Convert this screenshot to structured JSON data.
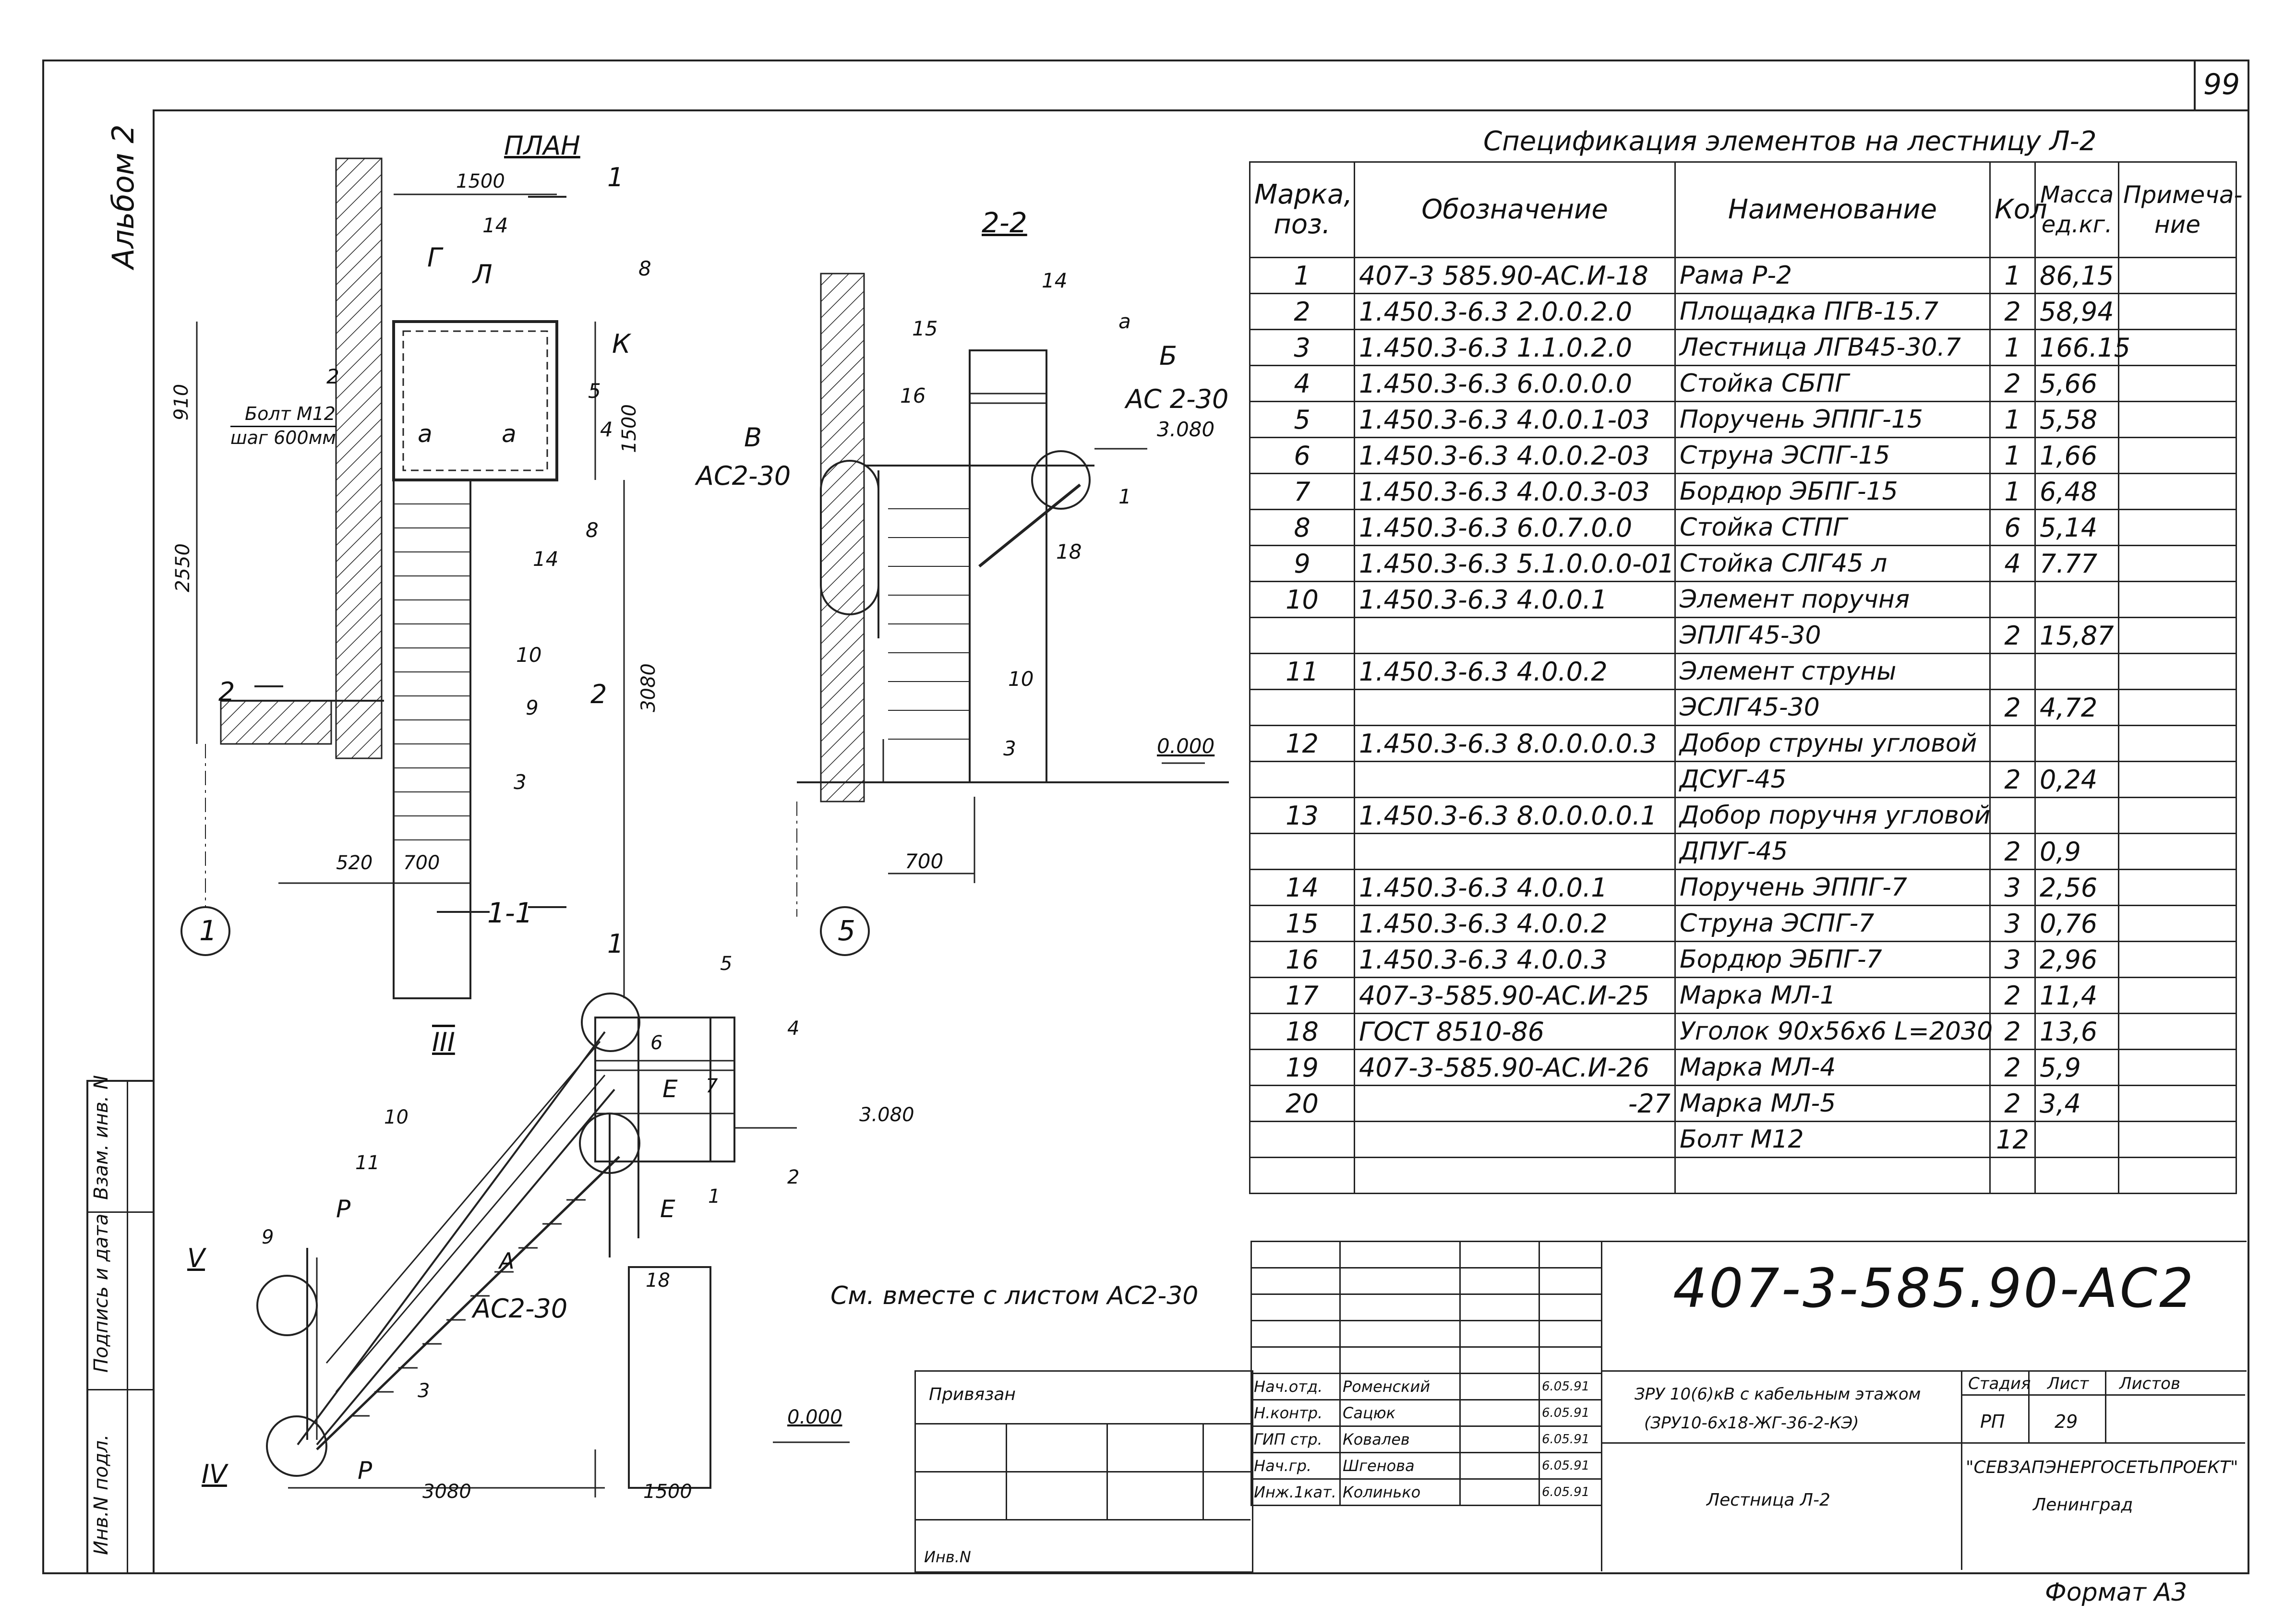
{
  "page_number": "99",
  "album": "Альбом 2",
  "plan": {
    "title": "ПЛАН",
    "section_1_1": "1-1",
    "dims": [
      "1500",
      "1500",
      "910",
      "2550",
      "3080",
      "520",
      "700"
    ],
    "bolt_label": "Болт М12",
    "bolt_step": "шаг 600мм",
    "axis": "1",
    "labels": [
      "Г",
      "Л",
      "К",
      "а",
      "а",
      "1",
      "1",
      "1",
      "2",
      "2",
      "8",
      "8",
      "14",
      "14",
      "2",
      "4",
      "5",
      "10",
      "9",
      "3"
    ]
  },
  "section_2_2": {
    "title": "2-2",
    "label_v": "В",
    "label_b": "Б",
    "ref_ac_v": "АС2-30",
    "ref_ac_b": "АС 2-30",
    "elev_top": "3.080",
    "elev_bottom": "0.000",
    "dim": "700",
    "axis": "5",
    "labels": [
      "14",
      "15",
      "16",
      "а",
      "1",
      "18",
      "10",
      "3"
    ]
  },
  "isometric": {
    "nodes": [
      "III",
      "V",
      "IV"
    ],
    "labels": [
      "5",
      "6",
      "4",
      "7",
      "Е",
      "Е",
      "2",
      "1",
      "10",
      "11",
      "9",
      "Р",
      "Р",
      "А",
      "3",
      "18"
    ],
    "ref_ac": "АС2-30",
    "elev_top": "3.080",
    "elev_bottom": "0.000",
    "dims": [
      "3080",
      "1500"
    ],
    "note": "См. вместе с листом АС2-30"
  },
  "spec": {
    "title": "Спецификация элементов на лестницу Л-2",
    "headers": [
      "Марка, поз.",
      "Обозначение",
      "Наименование",
      "Кол",
      "Масса ед.кг.",
      "Примеча- ние"
    ],
    "rows": [
      [
        "1",
        "407-3 585.90-АС.И-18",
        "Рама Р-2",
        "1",
        "86,15",
        ""
      ],
      [
        "2",
        "1.450.3-6.3 2.0.0.2.0",
        "Площадка ПГВ-15.7",
        "2",
        "58,94",
        ""
      ],
      [
        "3",
        "1.450.3-6.3 1.1.0.2.0",
        "Лестница ЛГВ45-30.7",
        "1",
        "166.15",
        ""
      ],
      [
        "4",
        "1.450.3-6.3 6.0.0.0.0",
        "Стойка СБПГ",
        "2",
        "5,66",
        ""
      ],
      [
        "5",
        "1.450.3-6.3 4.0.0.1-03",
        "Поручень ЭППГ-15",
        "1",
        "5,58",
        ""
      ],
      [
        "6",
        "1.450.3-6.3 4.0.0.2-03",
        "Струна ЭСПГ-15",
        "1",
        "1,66",
        ""
      ],
      [
        "7",
        "1.450.3-6.3 4.0.0.3-03",
        "Бордюр ЭБПГ-15",
        "1",
        "6,48",
        ""
      ],
      [
        "8",
        "1.450.3-6.3 6.0.7.0.0",
        "Стойка СТПГ",
        "6",
        "5,14",
        ""
      ],
      [
        "9",
        "1.450.3-6.3 5.1.0.0.0-01",
        "Стойка СЛГ45 л",
        "4",
        "7.77",
        ""
      ],
      [
        "10",
        "1.450.3-6.3 4.0.0.1",
        "Элемент поручня",
        "",
        "",
        ""
      ],
      [
        "",
        "",
        "ЭПЛГ45-30",
        "2",
        "15,87",
        ""
      ],
      [
        "11",
        "1.450.3-6.3 4.0.0.2",
        "Элемент струны",
        "",
        "",
        ""
      ],
      [
        "",
        "",
        "ЭСЛГ45-30",
        "2",
        "4,72",
        ""
      ],
      [
        "12",
        "1.450.3-6.3 8.0.0.0.0.3",
        "Добор струны угловой",
        "",
        "",
        ""
      ],
      [
        "",
        "",
        "ДСУГ-45",
        "2",
        "0,24",
        ""
      ],
      [
        "13",
        "1.450.3-6.3 8.0.0.0.0.1",
        "Добор поручня угловой",
        "",
        "",
        ""
      ],
      [
        "",
        "",
        "ДПУГ-45",
        "2",
        "0,9",
        ""
      ],
      [
        "14",
        "1.450.3-6.3 4.0.0.1",
        "Поручень ЭППГ-7",
        "3",
        "2,56",
        ""
      ],
      [
        "15",
        "1.450.3-6.3 4.0.0.2",
        "Струна ЭСПГ-7",
        "3",
        "0,76",
        ""
      ],
      [
        "16",
        "1.450.3-6.3 4.0.0.3",
        "Бордюр ЭБПГ-7",
        "3",
        "2,96",
        ""
      ],
      [
        "17",
        "407-3-585.90-АС.И-25",
        "Марка МЛ-1",
        "2",
        "11,4",
        ""
      ],
      [
        "18",
        "ГОСТ 8510-86",
        "Уголок 90х56х6 L=2030",
        "2",
        "13,6",
        ""
      ],
      [
        "19",
        "407-3-585.90-АС.И-26",
        "Марка МЛ-4",
        "2",
        "5,9",
        ""
      ],
      [
        "20",
        "-27",
        "Марка МЛ-5",
        "2",
        "3,4",
        ""
      ],
      [
        "",
        "",
        "Болт М12",
        "12",
        "",
        ""
      ],
      [
        "",
        "",
        "",
        "",
        "",
        ""
      ]
    ]
  },
  "stamp": {
    "code": "407-3-585.90-АС2",
    "privyazan": "Привязан",
    "inv": "Инв.N",
    "people": [
      [
        "Нач.отд.",
        "Роменский",
        "",
        "6.05.91"
      ],
      [
        "Н.контр.",
        "Сацюк",
        "",
        "6.05.91"
      ],
      [
        "ГИП стр.",
        "Ковалев",
        "",
        "6.05.91"
      ],
      [
        "Нач.гр.",
        "Шгенова",
        "",
        "6.05.91"
      ],
      [
        "Инж.1кат.",
        "Колинько",
        "",
        "6.05.91"
      ]
    ],
    "project_line1": "ЗРУ 10(6)кВ с кабельным этажом",
    "project_line2": "(ЗРУ10-6х18-ЖГ-36-2-КЭ)",
    "sheet_name": "Лестница Л-2",
    "stage_header": "Стадия",
    "sheet_header": "Лист",
    "sheets_header": "Листов",
    "stage": "РП",
    "sheet": "29",
    "org": "\"СЕВЗАПЭНЕРГОСЕТЬПРОЕКТ\"",
    "city": "Ленинград"
  },
  "side_columns": [
    "Взам. инв. N",
    "Подпись и дата",
    "Инв.N подл."
  ],
  "format": "Формат А3"
}
